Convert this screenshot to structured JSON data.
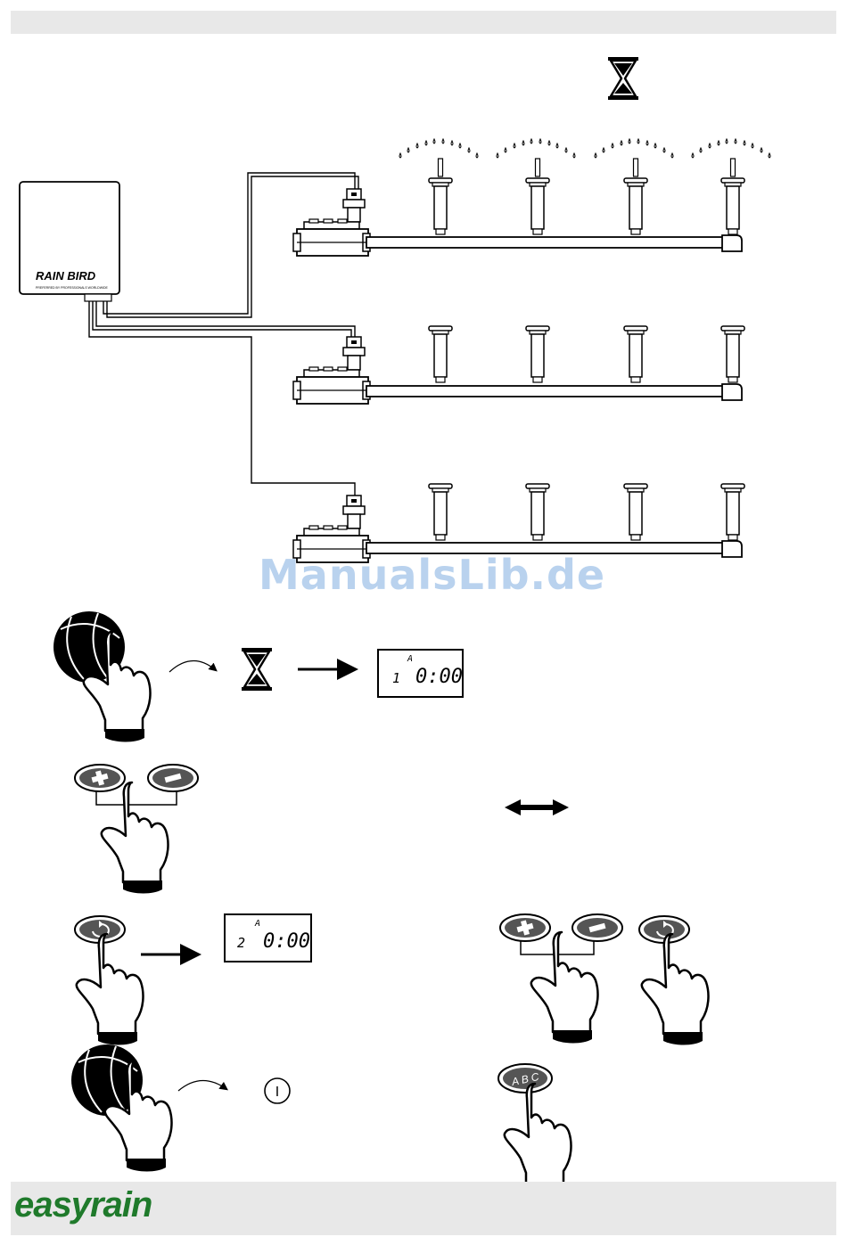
{
  "header": {},
  "controller": {
    "logo": "RAIN BIRD",
    "tagline": "PREFERRED BY PROFESSIONALS WORLDWIDE"
  },
  "watermark": "ManualsLib.de",
  "displays": [
    {
      "station": "1",
      "program": "A",
      "time": "0:00"
    },
    {
      "station": "2",
      "program": "A",
      "time": "0:00"
    }
  ],
  "abc_button_label": "A B C",
  "symbols": {
    "hourglass": "hourglass-icon",
    "off_symbol": "I",
    "plus": "+",
    "minus": "−"
  },
  "footer": {
    "brand": "easyrain"
  },
  "colors": {
    "brand_green": "#1f7a2b",
    "watermark_blue": "#b9d2ee",
    "band_gray": "#e8e8e8"
  }
}
